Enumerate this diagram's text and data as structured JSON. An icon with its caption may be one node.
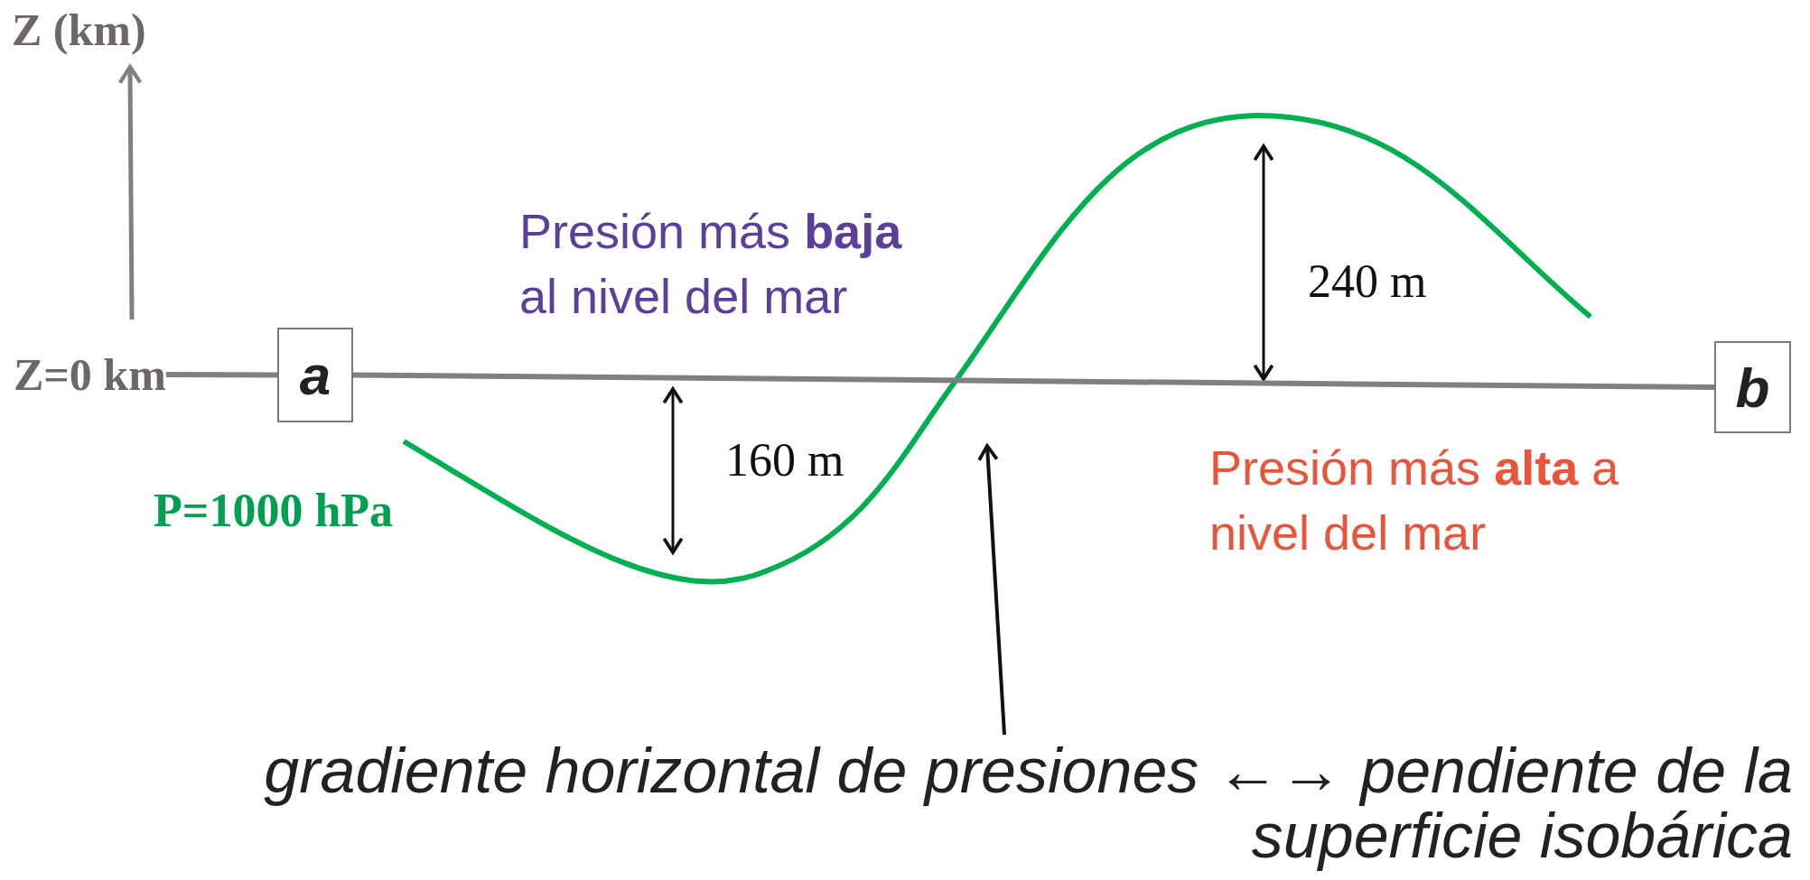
{
  "diagram": {
    "nodes": [
      {
        "text": [
          "Z=0 km"
        ]
      },
      {
        "text": [
          "a"
        ]
      },
      {
        "text": [
          "b"
        ]
      },
      {
        "text": [
          "gradiente horizontal de presiones ←→ pendiente de la superficie isobárica"
        ]
      }
    ],
    "edges": [
      {
        "from": 0,
        "to": 1,
        "arrow": "none"
      },
      {
        "from": 1,
        "to": 2,
        "arrow": "none"
      },
      {
        "from": 3,
        "to": null,
        "arrow": "to",
        "color": "#111111"
      }
    ],
    "labels": [
      "Z (km)",
      "Presión más **baja** al nivel del mar",
      "240 m",
      "P=1000 hPa",
      "160 m",
      "Presión más **alta** a nivel del mar"
    ]
  }
}
